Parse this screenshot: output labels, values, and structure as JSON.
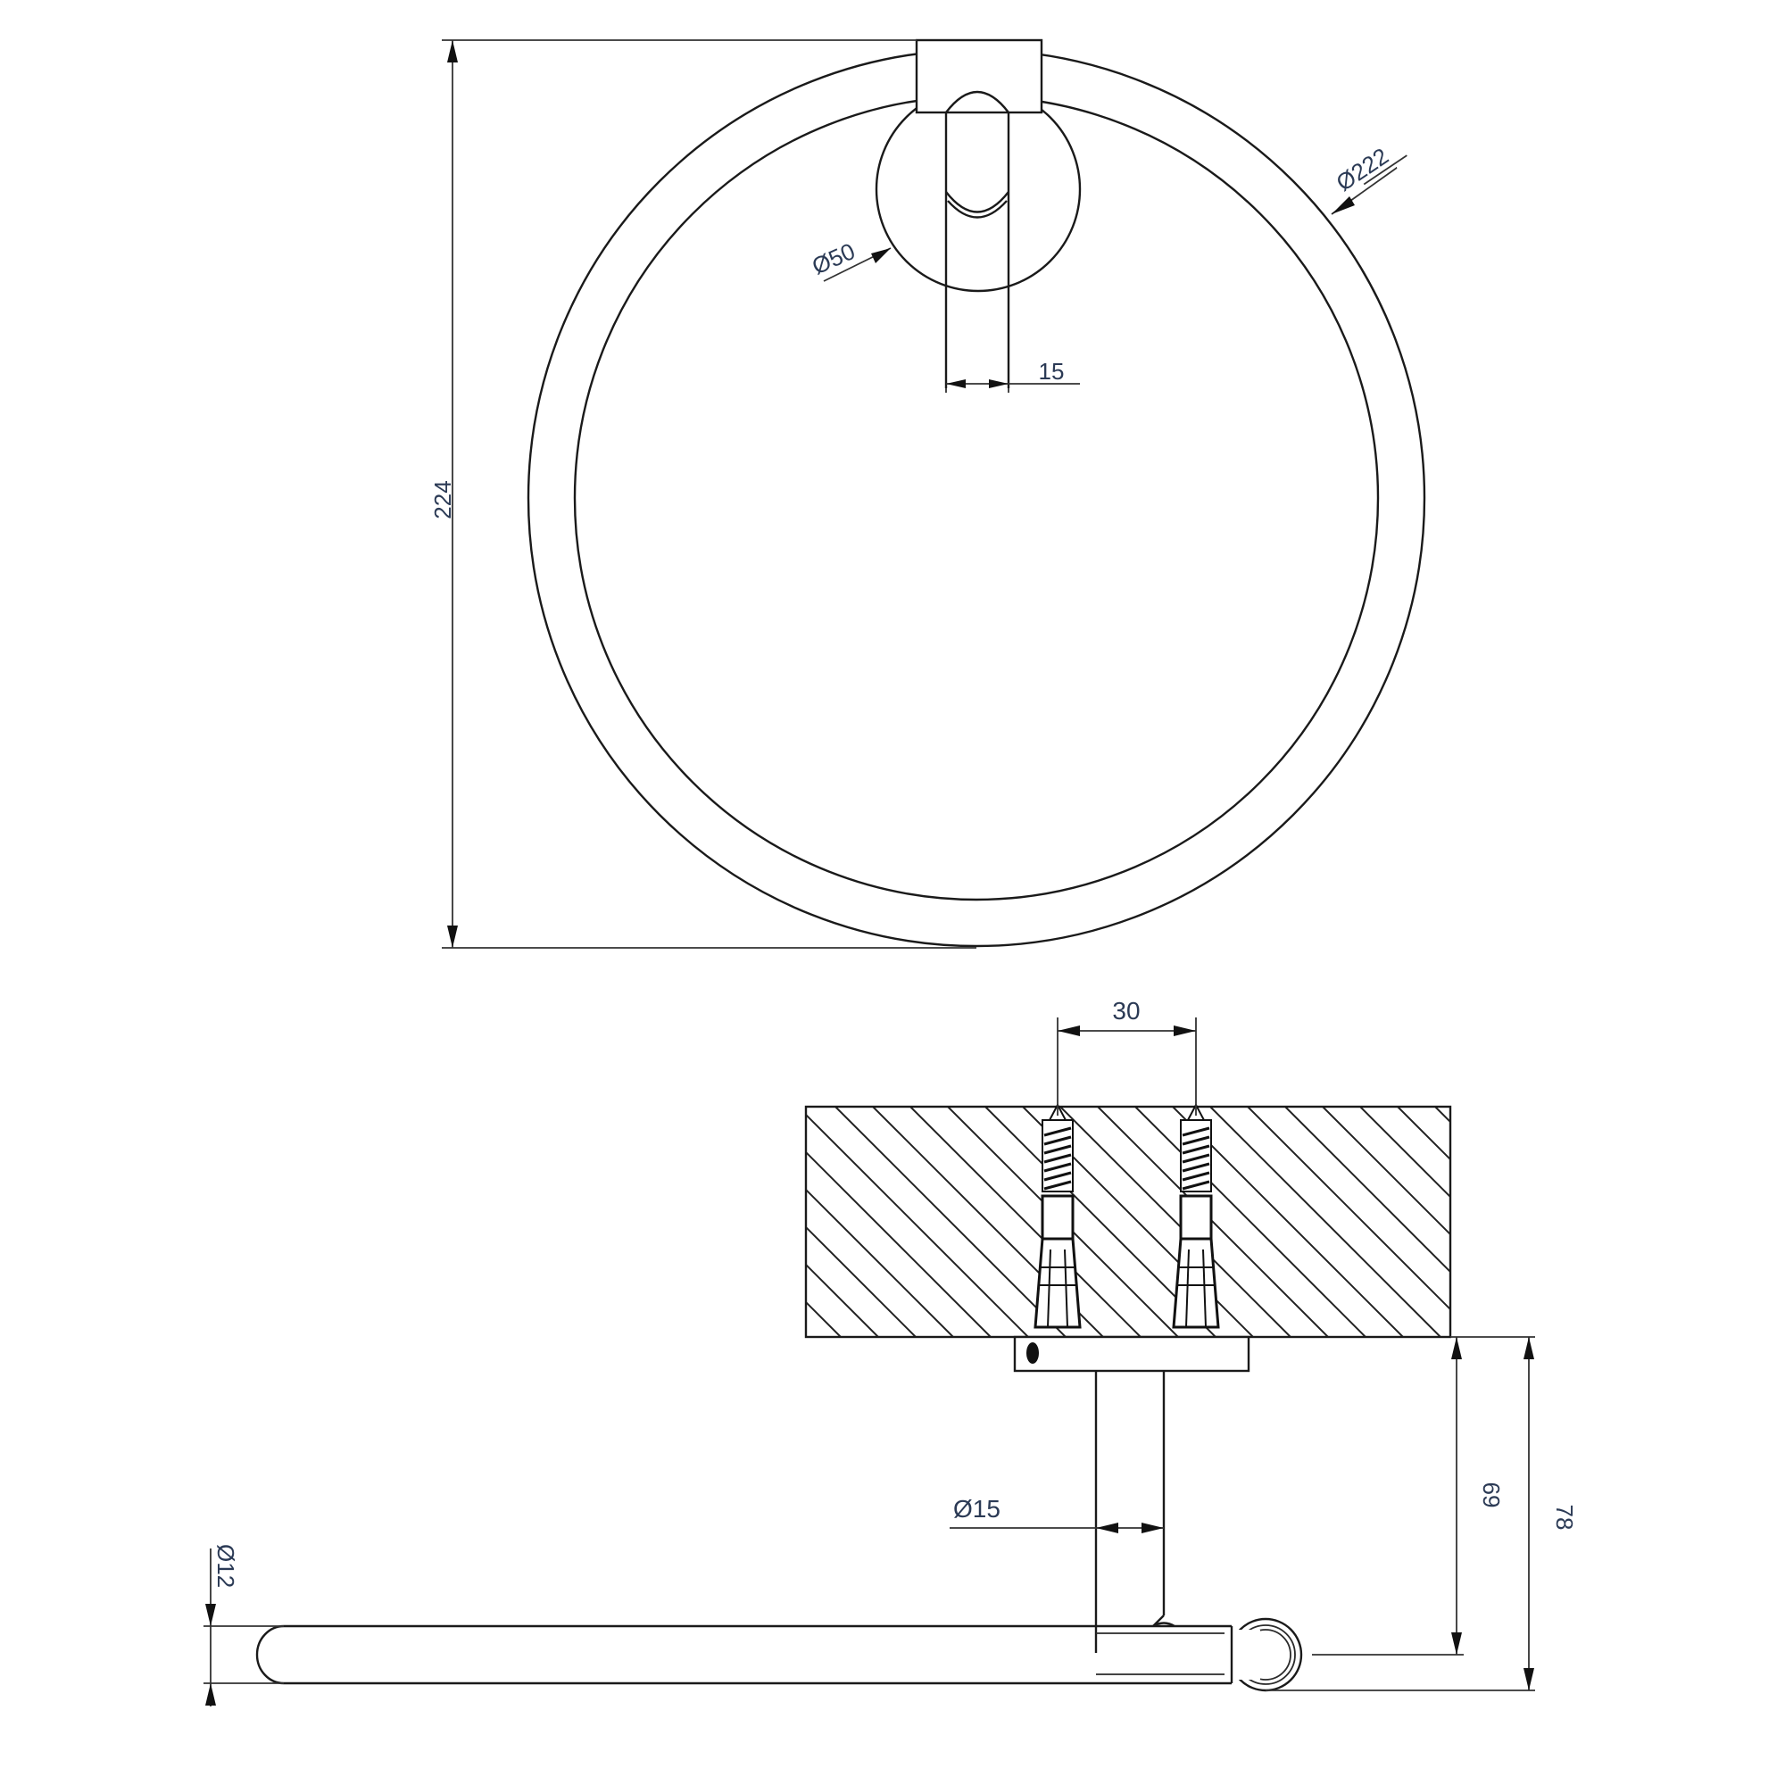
{
  "drawing": {
    "title": "Towel ring technical drawing",
    "views": [
      "front-view",
      "side-section-view"
    ]
  },
  "front_view": {
    "dimensions": {
      "overall_height": {
        "value": "224",
        "orientation": "vertical"
      },
      "ring_diameter": {
        "symbol": "Ø",
        "value": "222"
      },
      "rosette_diameter": {
        "symbol": "Ø",
        "value": "50"
      },
      "post_width": {
        "value": "15"
      }
    }
  },
  "side_view": {
    "wall": {
      "material_hatch": "diagonal",
      "fixings": 2
    },
    "dimensions": {
      "screw_spacing": {
        "value": "30"
      },
      "post_diameter": {
        "symbol": "Ø",
        "value": "15"
      },
      "ring_tube_diameter": {
        "symbol": "Ø",
        "value": "12"
      },
      "projection_to_ring_center": {
        "value": "69",
        "orientation": "vertical"
      },
      "overall_projection": {
        "value": "78",
        "orientation": "vertical"
      }
    }
  },
  "colors": {
    "line": "#1a1a1a",
    "dimension_text": "#2b3a55",
    "background": "#ffffff"
  }
}
